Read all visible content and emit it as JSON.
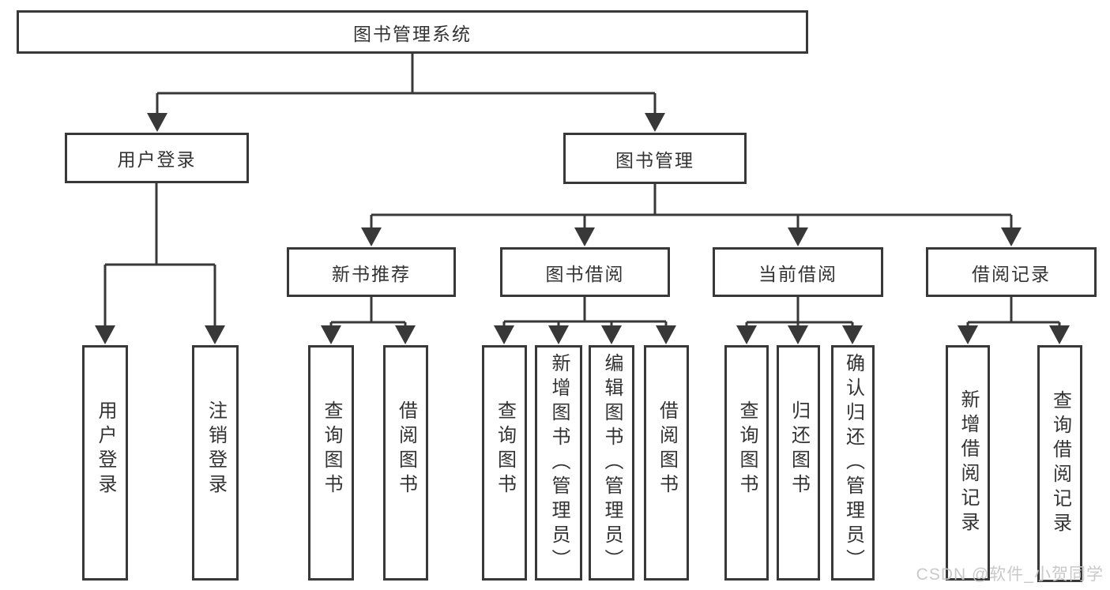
{
  "tree": {
    "root": "图书管理系统",
    "level2": [
      "用户登录",
      "图书管理"
    ],
    "level3": [
      "新书推荐",
      "图书借阅",
      "当前借阅",
      "借阅记录"
    ],
    "leaves": {
      "login": [
        "用户登录",
        "注销登录"
      ],
      "recommend": [
        "查询图书",
        "借阅图书"
      ],
      "borrow": [
        "查询图书",
        "新增图书（管理员）",
        "编辑图书（管理员）",
        "借阅图书"
      ],
      "current": [
        "查询图书",
        "归还图书",
        "确认归还（管理员）"
      ],
      "records": [
        "新增借阅记录",
        "查询借阅记录"
      ]
    }
  },
  "watermark": "CSDN @软件_小贺同学",
  "colors": {
    "line": "#383838",
    "text": "#333333",
    "watermark": "#c6c6c6",
    "background": "#ffffff"
  }
}
